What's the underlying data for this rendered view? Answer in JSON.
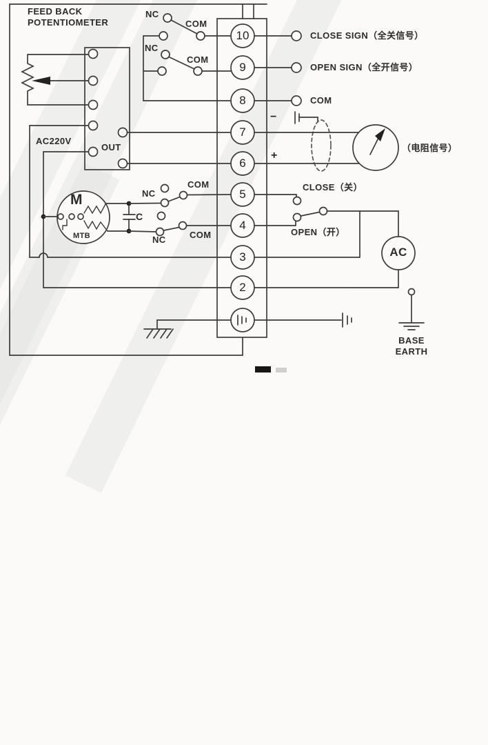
{
  "colors": {
    "line": "#3b3b3b",
    "text": "#2b2b2b",
    "background": "#fbfaf8"
  },
  "header": {
    "title_line1": "FEED BACK",
    "title_line2": "POTENTIOMETER"
  },
  "power": {
    "ac_label": "AC220V",
    "out_label": "OUT"
  },
  "motor": {
    "symbol": "M",
    "sub_label": "MTB",
    "capacitor_label": "C"
  },
  "switch_labels": {
    "nc": "NC",
    "com": "COM"
  },
  "terminal_strip": {
    "terminals": [
      "10",
      "9",
      "8",
      "7",
      "6",
      "5",
      "4",
      "3",
      "2"
    ]
  },
  "outputs": {
    "close_sign": "CLOSE SIGN（全关信号）",
    "open_sign": "OPEN SIGN（全开信号）",
    "com": "COM",
    "minus": "−",
    "plus": "+",
    "resistance_signal": "（电阻信号）"
  },
  "control": {
    "close": "CLOSE（关）",
    "open": "OPEN（开）",
    "ac_source": "AC"
  },
  "earth": {
    "base_line1": "BASE",
    "base_line2": "EARTH"
  }
}
